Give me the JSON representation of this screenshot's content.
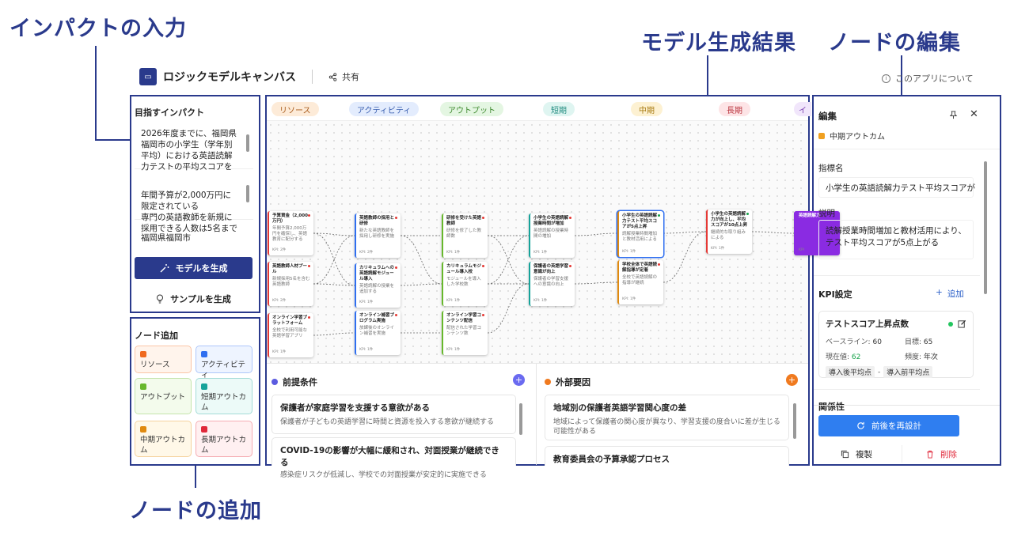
{
  "callouts": {
    "input": "インパクトの入力",
    "model": "モデル生成結果",
    "edit": "ノードの編集",
    "add": "ノードの追加"
  },
  "app": {
    "logo": "▭",
    "title": "ロジックモデルキャンバス",
    "share": "共有",
    "about": "このアプリについて"
  },
  "left": {
    "impact_title": "目指すインパクト",
    "impact_text": "2026年度までに、福岡県福岡市の小学生（学年別平均）における英語読解力テストの平均スコアを",
    "budget_text": "年間予算が2,000万円に限定されている\n専門の英語教師を新規に採用できる人数は5名まで",
    "region_text": "福岡県福岡市",
    "generate_label": "モデルを生成",
    "sample_label": "サンプルを生成",
    "node_add_title": "ノード追加",
    "node_types": [
      {
        "label": "リソース",
        "color": "#f06a1f",
        "bg": "#fff4ec"
      },
      {
        "label": "アクティビティ",
        "color": "#2f6ff0",
        "bg": "#eef4ff"
      },
      {
        "label": "アウトプット",
        "color": "#67b82c",
        "bg": "#f3fbec"
      },
      {
        "label": "短期アウトカム",
        "color": "#16a39a",
        "bg": "#ecfaf8"
      },
      {
        "label": "中期アウトカム",
        "color": "#e08a10",
        "bg": "#fff8e8"
      },
      {
        "label": "長期アウトカム",
        "color": "#e0283a",
        "bg": "#fff0f1"
      }
    ]
  },
  "canvas": {
    "lanes": [
      {
        "label": "リソース",
        "bg": "#fdebd8",
        "color": "#a85a1a"
      },
      {
        "label": "アクティビティ",
        "bg": "#e3ecfd",
        "color": "#3a5fb0"
      },
      {
        "label": "アウトプット",
        "bg": "#e4f6e2",
        "color": "#3f8a2f"
      },
      {
        "label": "短期",
        "bg": "#dff5f1",
        "color": "#1f8a7e"
      },
      {
        "label": "中期",
        "bg": "#fdf1d2",
        "color": "#a77a10"
      },
      {
        "label": "長期",
        "bg": "#fde4e6",
        "color": "#b8323c"
      },
      {
        "label": "イ",
        "bg": "#f1e6fb",
        "color": "#7b3fb0"
      }
    ],
    "nodes": [
      {
        "t": "予算資金（2,000万円）",
        "d": "年間予算2,000万円を確保し、英語教育に配分する",
        "k": "KPI: 2件",
        "bc": "#e53935",
        "dc": "#e53935"
      },
      {
        "t": "英語教師人材プール",
        "d": "新規採用5名を含む英語教師",
        "k": "KPI: 2件",
        "bc": "#e53935",
        "dc": "#e53935"
      },
      {
        "t": "オンライン学習プラットフォーム",
        "d": "全校で利用可能な英語学習アプリ",
        "k": "KPI: 1件",
        "bc": "#e53935",
        "dc": "#e53935"
      },
      {
        "t": "英語教師の採用と研修",
        "d": "新たな英語教師を採用し研修を実施",
        "k": "KPI: 2件",
        "bc": "#2f6ff0",
        "dc": "#e53935"
      },
      {
        "t": "カリキュラムへの英語読解モジュール導入",
        "d": "英語読解の授業を追加する",
        "k": "KPI: 1件",
        "bc": "#2f6ff0",
        "dc": "#e53935"
      },
      {
        "t": "オンライン補習プログラム実施",
        "d": "放課後のオンライン補習を実施",
        "k": "KPI: 1件",
        "bc": "#2f6ff0",
        "dc": "#e53935"
      },
      {
        "t": "研修を受けた英語教師",
        "d": "研修を修了した教師数",
        "k": "KPI: 1件",
        "bc": "#67b82c",
        "dc": "#e53935"
      },
      {
        "t": "カリキュラムモジュール導入校",
        "d": "モジュールを導入した学校数",
        "k": "KPI: 1件",
        "bc": "#67b82c",
        "dc": "#e53935"
      },
      {
        "t": "オンライン学習コンテンツ配信",
        "d": "配信された学習コンテンツ数",
        "k": "KPI: 1件",
        "bc": "#67b82c",
        "dc": "#e53935"
      },
      {
        "t": "小学生の英語読解授業時間が増加",
        "d": "英語読解の授業時間の増加",
        "k": "KPI: 1件",
        "bc": "#16a39a",
        "dc": "#e53935"
      },
      {
        "t": "保護者の英語学習意識が向上",
        "d": "保護者の学習支援への意識の向上",
        "k": "KPI: 1件",
        "bc": "#16a39a",
        "dc": "#e53935"
      },
      {
        "t": "小学生の英語読解力テスト平均スコアが5点上昇",
        "d": "読解授業時間増加と教材活用による",
        "k": "KPI: 1件",
        "bc": "#e08a10",
        "dc": "#16a34a"
      },
      {
        "t": "学校全体で英語読解指導が定着",
        "d": "全校で英語読解の指導が継続",
        "k": "KPI: 1件",
        "bc": "#e08a10",
        "dc": "#e53935"
      },
      {
        "t": "小学生の英語読解力が向上し、平均スコアが10点上昇",
        "d": "継続的な取り組みによる",
        "k": "KPI: 1件",
        "bc": "#e53935",
        "dc": "#16a34a"
      },
      {
        "t": "英語読解力",
        "d": "",
        "k": "KPI",
        "bc": "#8a2be2",
        "dc": "#8a2be2"
      }
    ]
  },
  "assumptions": {
    "title": "前提条件",
    "items": [
      {
        "title": "保護者が家庭学習を支援する意欲がある",
        "desc": "保護者が子どもの英語学習に時間と資源を投入する意欲が継続する"
      },
      {
        "title": "COVID-19の影響が大幅に緩和され、対面授業が継続できる",
        "desc": "感染症リスクが低減し、学校での対面授業が安定的に実施できる"
      }
    ]
  },
  "external": {
    "title": "外部要因",
    "items": [
      {
        "title": "地域別の保護者英語学習関心度の差",
        "desc": "地域によって保護者の関心度が異なり、学習支援の度合いに差が生じる可能性がある"
      },
      {
        "title": "教育委員会の予算承認プロセス",
        "desc": ""
      }
    ]
  },
  "editor": {
    "title": "編集",
    "type_label": "中期アウトカム",
    "type_color": "#f0a020",
    "name_label": "指標名",
    "name_value": "小学生の英語読解力テスト平均スコアが",
    "desc_label": "説明",
    "desc_value": "読解授業時間増加と教材活用により、\nテスト平均スコアが5点上がる",
    "kpi_label": "KPI設定",
    "kpi_add": "追加",
    "kpi": {
      "name": "テストスコア上昇点数",
      "baseline_label": "ベースライン:",
      "baseline_value": "60",
      "target_label": "目標:",
      "target_value": "65",
      "current_label": "現在値:",
      "current_value": "62",
      "freq_label": "頻度:",
      "freq_value": "年次",
      "formula_a": "導入後平均点",
      "formula_op": "-",
      "formula_b": "導入前平均点"
    },
    "related_label": "関係性",
    "redesign_label": "前後を再設計",
    "copy_label": "複製",
    "delete_label": "削除"
  }
}
